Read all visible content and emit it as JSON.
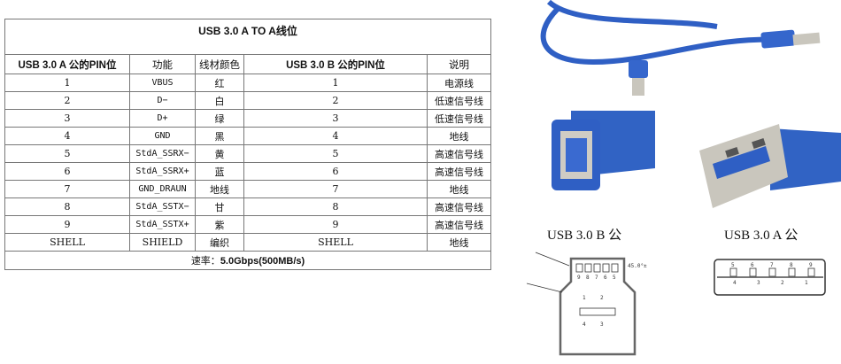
{
  "table": {
    "title": "USB 3.0 A TO A线位",
    "headers": [
      "USB 3.0 A 公的PIN位",
      "功能",
      "线材颜色",
      "USB 3.0 B 公的PIN位",
      "说明"
    ],
    "rows": [
      [
        "1",
        "VBUS",
        "红",
        "1",
        "电源线"
      ],
      [
        "2",
        "D−",
        "白",
        "2",
        "低速信号线"
      ],
      [
        "3",
        "D+",
        "绿",
        "3",
        "低速信号线"
      ],
      [
        "4",
        "GND",
        "黑",
        "4",
        "地线"
      ],
      [
        "5",
        "StdA_SSRX−",
        "黄",
        "5",
        "高速信号线"
      ],
      [
        "6",
        "StdA_SSRX+",
        "蓝",
        "6",
        "高速信号线"
      ],
      [
        "7",
        "GND_DRAUN",
        "地线",
        "7",
        "地线"
      ],
      [
        "8",
        "StdA_SSTX−",
        "甘",
        "8",
        "高速信号线"
      ],
      [
        "9",
        "StdA_SSTX+",
        "紫",
        "9",
        "高速信号线"
      ],
      [
        "SHELL",
        "SHIELD",
        "编织",
        "SHELL",
        "地线"
      ]
    ],
    "footer_label": "速率：",
    "footer_value": "5.0Gbps(500MB/s)"
  },
  "diagrams": {
    "b_label": "USB 3.0 B 公",
    "a_label": "USB 3.0 A 公",
    "b_pins_top": [
      "9",
      "8",
      "7",
      "6",
      "5"
    ],
    "b_pins_bottom": [
      "1",
      "2",
      "4",
      "3"
    ],
    "a_pins_top": [
      "5",
      "6",
      "7",
      "8",
      "9"
    ],
    "a_pins_bottom": [
      "4",
      "3",
      "2",
      "1"
    ],
    "angle_note": "45.0°±"
  },
  "colors": {
    "cable_blue": "#2f5fc4",
    "metal": "#c9c6bd"
  }
}
